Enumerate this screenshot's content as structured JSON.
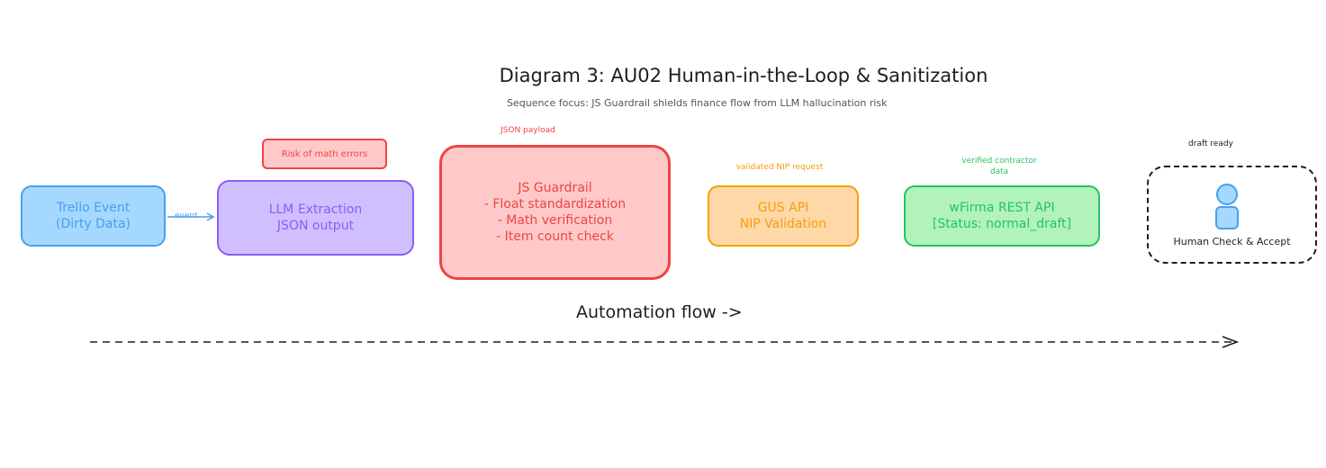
{
  "title": "Diagram 3: AU02 Human-in-the-Loop & Sanitization",
  "subtitle": "Sequence focus: JS Guardrail shields finance flow from LLM hallucination risk",
  "nodes": {
    "trello": {
      "lines": [
        "Trello Event",
        "(Dirty Data)"
      ]
    },
    "llm": {
      "lines": [
        "LLM Extraction",
        "JSON output"
      ]
    },
    "risk": {
      "text": "Risk of math errors"
    },
    "guardrail": {
      "lines": [
        "JS Guardrail",
        "- Float standardization",
        "- Math verification",
        "- Item count check"
      ]
    },
    "gus": {
      "lines": [
        "GUS API",
        "NIP Validation"
      ]
    },
    "wfirma": {
      "lines": [
        "wFirma REST API",
        "[Status: normal_draft]"
      ]
    },
    "human": {
      "text": "Human Check & Accept"
    }
  },
  "edge_labels": {
    "event": "event",
    "json_payload": "JSON payload",
    "validated_nip": "validated NIP request",
    "verified_contractor": [
      "verified contractor",
      "data"
    ],
    "draft_ready": "draft ready"
  },
  "flow_label": "Automation flow ->",
  "colors": {
    "blue": "#4a9eed",
    "purple": "#8b5cf6",
    "red": "#ef4444",
    "orange": "#f59e0b",
    "green": "#22c55e",
    "dark": "#1e1e1e"
  }
}
